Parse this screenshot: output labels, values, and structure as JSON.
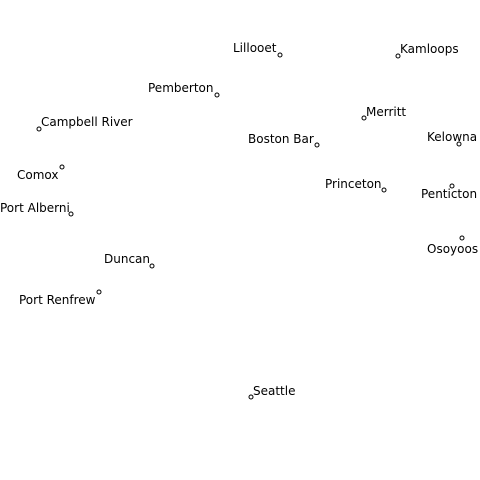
{
  "map": {
    "background": "#ffffff",
    "marker_color": "#000000",
    "cities": [
      {
        "id": "lillooet",
        "name": "Lillooet"
      },
      {
        "id": "kamloops",
        "name": "Kamloops"
      },
      {
        "id": "pemberton",
        "name": "Pemberton"
      },
      {
        "id": "merritt",
        "name": "Merritt"
      },
      {
        "id": "campbell-river",
        "name": "Campbell River"
      },
      {
        "id": "boston-bar",
        "name": "Boston Bar"
      },
      {
        "id": "kelowna",
        "name": "Kelowna"
      },
      {
        "id": "comox",
        "name": "Comox"
      },
      {
        "id": "princeton",
        "name": "Princeton"
      },
      {
        "id": "penticton",
        "name": "Penticton"
      },
      {
        "id": "port-alberni",
        "name": "Port Alberni"
      },
      {
        "id": "osoyoos",
        "name": "Osoyoos"
      },
      {
        "id": "duncan",
        "name": "Duncan"
      },
      {
        "id": "port-renfrew",
        "name": "Port Renfrew"
      },
      {
        "id": "seattle",
        "name": "Seattle"
      }
    ]
  }
}
